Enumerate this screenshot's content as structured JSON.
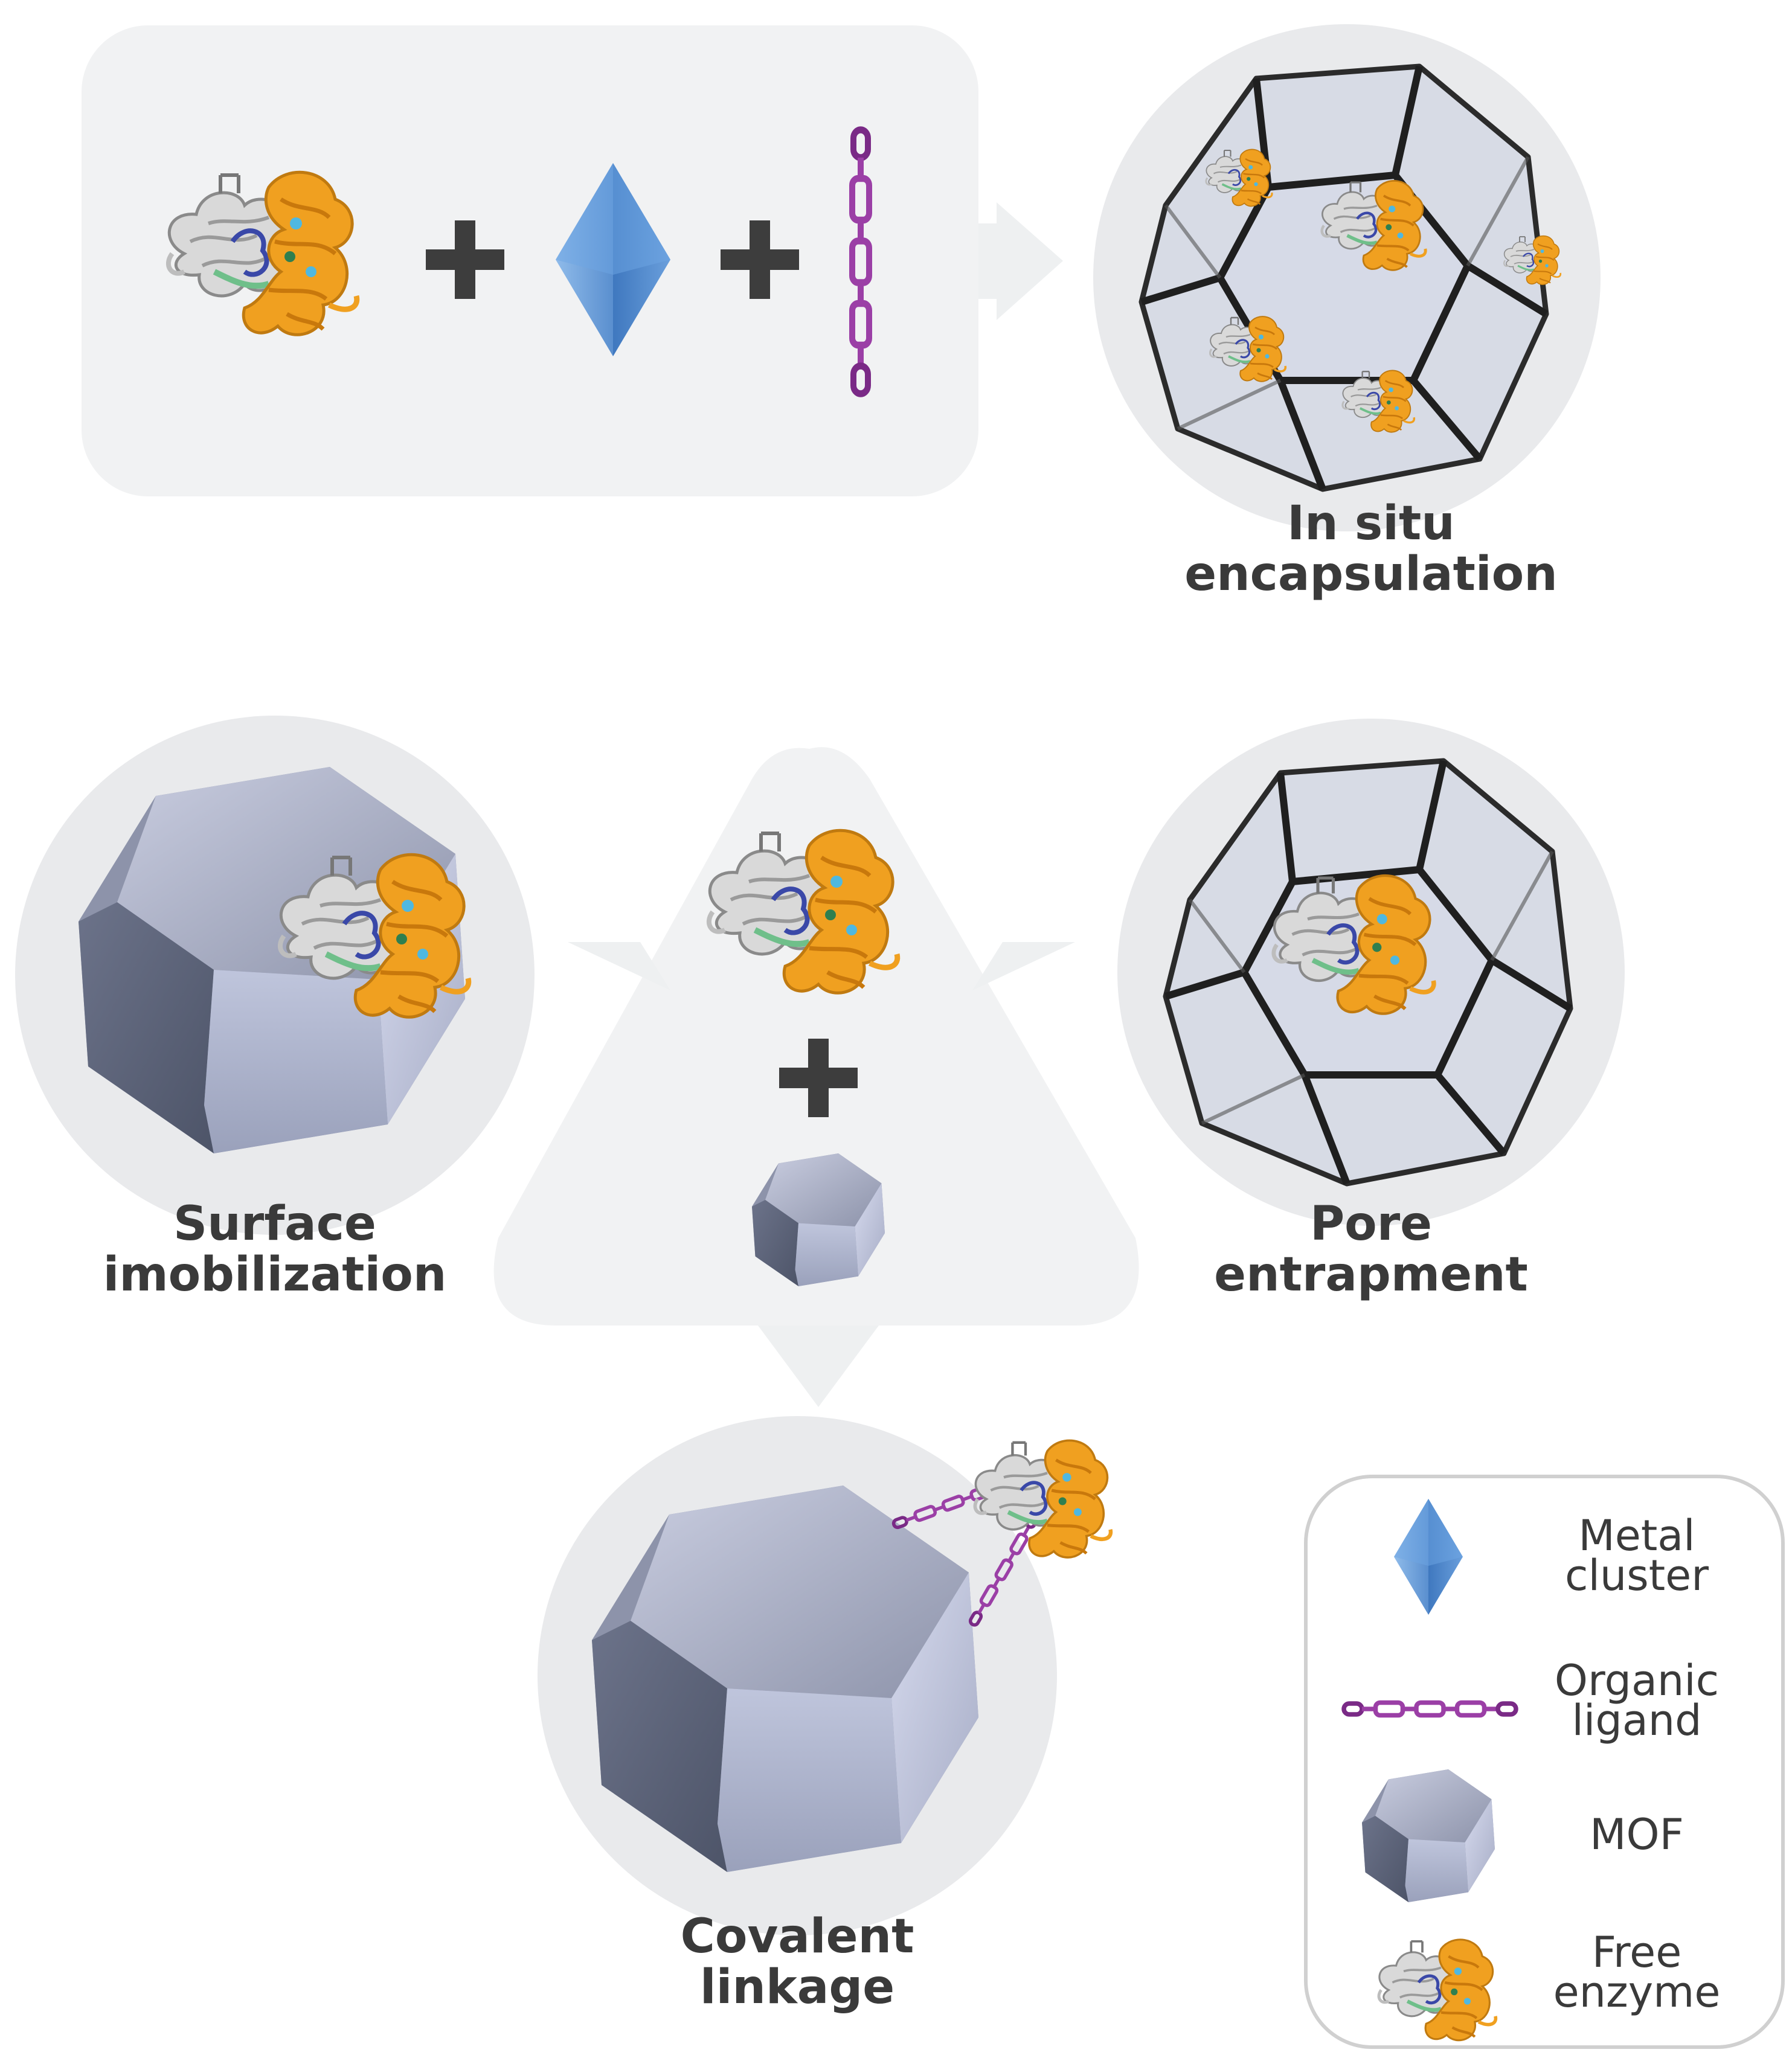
{
  "methods": {
    "in_situ": {
      "line1": "In situ",
      "line2": "encapsulation"
    },
    "surface": {
      "line1": "Surface",
      "line2": "imobilization"
    },
    "pore": {
      "line1": "Pore",
      "line2": "entrapment"
    },
    "covalent": {
      "line1": "Covalent",
      "line2": "linkage"
    }
  },
  "legend": {
    "metal_cluster": {
      "line1": "Metal",
      "line2": "cluster",
      "icon": "metal-cluster-icon"
    },
    "organic_ligand": {
      "line1": "Organic",
      "line2": "ligand",
      "icon": "organic-ligand-icon"
    },
    "mof": {
      "line1": "MOF",
      "icon": "mof-icon"
    },
    "free_enzyme": {
      "line1": "Free",
      "line2": "enzyme",
      "icon": "enzyme-icon"
    }
  },
  "colors": {
    "panel_bg": "#f1f2f3",
    "plus": "#3d3d3d",
    "enzyme_orange": "#f0a020",
    "enzyme_white": "#c8c8c8",
    "metal_blue": "#5b95d6",
    "ligand_purple": "#9b3fa6",
    "mof_dark": "#5c6378",
    "mof_light": "#c3c8de"
  }
}
